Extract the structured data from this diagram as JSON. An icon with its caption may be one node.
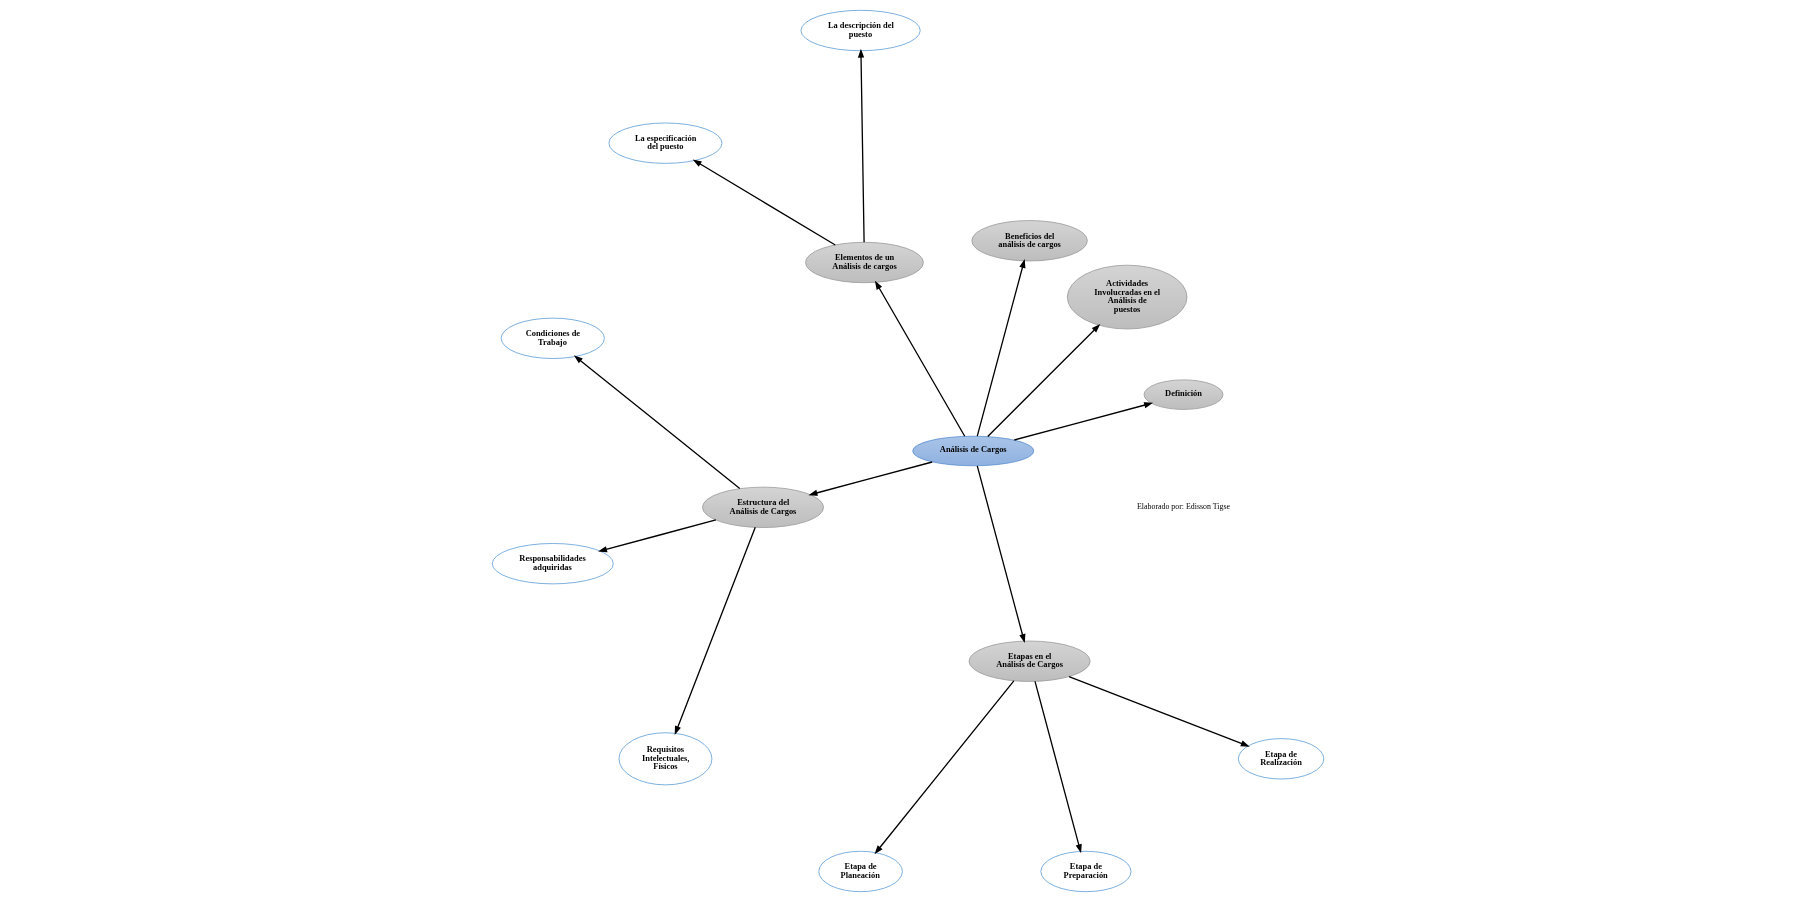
{
  "diagram": {
    "nodes": [
      {
        "text": [
          "Análisis de Cargos"
        ]
      },
      {
        "text": [
          "Definición"
        ]
      },
      {
        "text": [
          "Actividades Involucradas en el Análisis de puestos"
        ]
      },
      {
        "text": [
          "Beneficios del análisis de cargos"
        ]
      },
      {
        "text": [
          "Elementos de un Análisis de cargos"
        ]
      },
      {
        "text": [
          "La descripción del puesto"
        ]
      },
      {
        "text": [
          "La especificación del puesto"
        ]
      },
      {
        "text": [
          "Estructura del Análisis de Cargos"
        ]
      },
      {
        "text": [
          "Condiciones de Trabajo"
        ]
      },
      {
        "text": [
          "Responsabilidades adquiridas"
        ]
      },
      {
        "text": [
          "Requisitos Intelectuales, Físicos"
        ]
      },
      {
        "text": [
          "Etapas en el Análisis de Cargos"
        ]
      },
      {
        "text": [
          "Etapa de Planeación"
        ]
      },
      {
        "text": [
          "Etapa de Preparación"
        ]
      },
      {
        "text": [
          "Etapa de Realización"
        ]
      }
    ],
    "edges": [
      {
        "from": 0,
        "to": 1,
        "arrow": "to"
      },
      {
        "from": 0,
        "to": 2,
        "arrow": "to"
      },
      {
        "from": 0,
        "to": 3,
        "arrow": "to"
      },
      {
        "from": 0,
        "to": 4,
        "arrow": "to"
      },
      {
        "from": 4,
        "to": 5,
        "arrow": "to"
      },
      {
        "from": 4,
        "to": 6,
        "arrow": "to"
      },
      {
        "from": 0,
        "to": 7,
        "arrow": "to"
      },
      {
        "from": 7,
        "to": 8,
        "arrow": "to"
      },
      {
        "from": 7,
        "to": 9,
        "arrow": "to"
      },
      {
        "from": 7,
        "to": 10,
        "arrow": "to"
      },
      {
        "from": 0,
        "to": 11,
        "arrow": "to"
      },
      {
        "from": 11,
        "to": 12,
        "arrow": "to"
      },
      {
        "from": 11,
        "to": 13,
        "arrow": "to"
      },
      {
        "from": 11,
        "to": 14,
        "arrow": "to"
      }
    ],
    "labels": [
      "Elaborado por: Edisson Tigse"
    ]
  }
}
